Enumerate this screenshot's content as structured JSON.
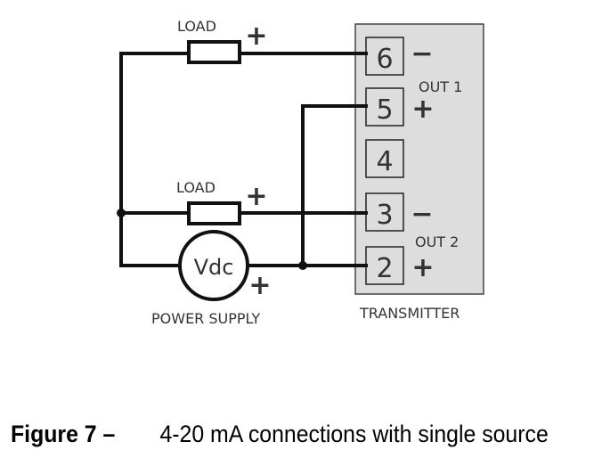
{
  "diagram": {
    "load_top_label": "LOAD",
    "load_bottom_label": "LOAD",
    "load_top_polarity": "+",
    "load_bottom_polarity": "+",
    "source_symbol": "Vdc",
    "source_label": "POWER SUPPLY",
    "source_polarity": "+",
    "transmitter_label": "TRANSMITTER",
    "terminals": [
      {
        "number": "6",
        "polarity": "−"
      },
      {
        "number": "5",
        "polarity": "+"
      },
      {
        "number": "4",
        "polarity": ""
      },
      {
        "number": "3",
        "polarity": "−"
      },
      {
        "number": "2",
        "polarity": "+"
      }
    ],
    "out1_label": "OUT 1",
    "out2_label": "OUT 2",
    "colors": {
      "wire": "#111111",
      "transmitter_fill": "#dddddd"
    }
  },
  "caption": {
    "figure": "Figure 7 –",
    "text": "4-20 mA connections with single source"
  }
}
